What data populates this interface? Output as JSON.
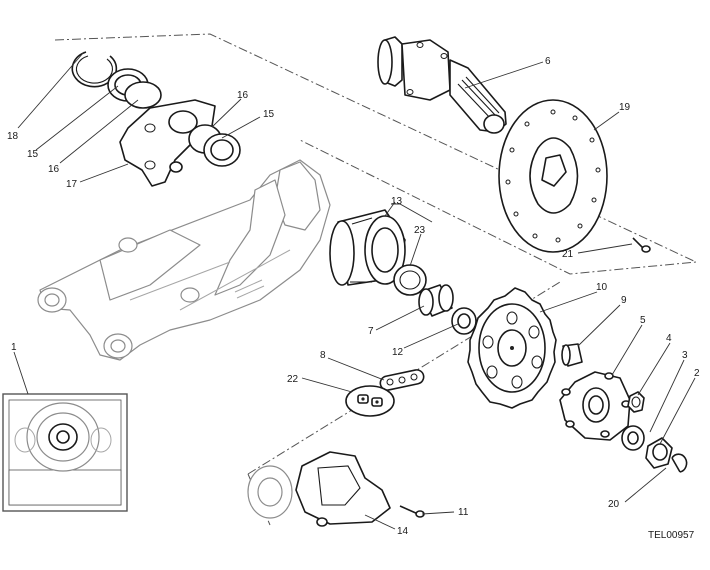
{
  "diagram": {
    "reference_code": "TEL00957",
    "callouts": [
      {
        "id": "c1",
        "label": "1"
      },
      {
        "id": "c2",
        "label": "2"
      },
      {
        "id": "c3",
        "label": "3"
      },
      {
        "id": "c4",
        "label": "4"
      },
      {
        "id": "c5",
        "label": "5"
      },
      {
        "id": "c6",
        "label": "6"
      },
      {
        "id": "c7",
        "label": "7"
      },
      {
        "id": "c8",
        "label": "8"
      },
      {
        "id": "c9",
        "label": "9"
      },
      {
        "id": "c10",
        "label": "10"
      },
      {
        "id": "c11",
        "label": "11"
      },
      {
        "id": "c12",
        "label": "12"
      },
      {
        "id": "c13",
        "label": "13"
      },
      {
        "id": "c14",
        "label": "14"
      },
      {
        "id": "c15a",
        "label": "15"
      },
      {
        "id": "c15b",
        "label": "15"
      },
      {
        "id": "c16a",
        "label": "16"
      },
      {
        "id": "c16b",
        "label": "16"
      },
      {
        "id": "c17",
        "label": "17"
      },
      {
        "id": "c18",
        "label": "18"
      },
      {
        "id": "c19",
        "label": "19"
      },
      {
        "id": "c20",
        "label": "20"
      },
      {
        "id": "c21",
        "label": "21"
      },
      {
        "id": "c22",
        "label": "22"
      },
      {
        "id": "c23",
        "label": "23"
      }
    ]
  }
}
